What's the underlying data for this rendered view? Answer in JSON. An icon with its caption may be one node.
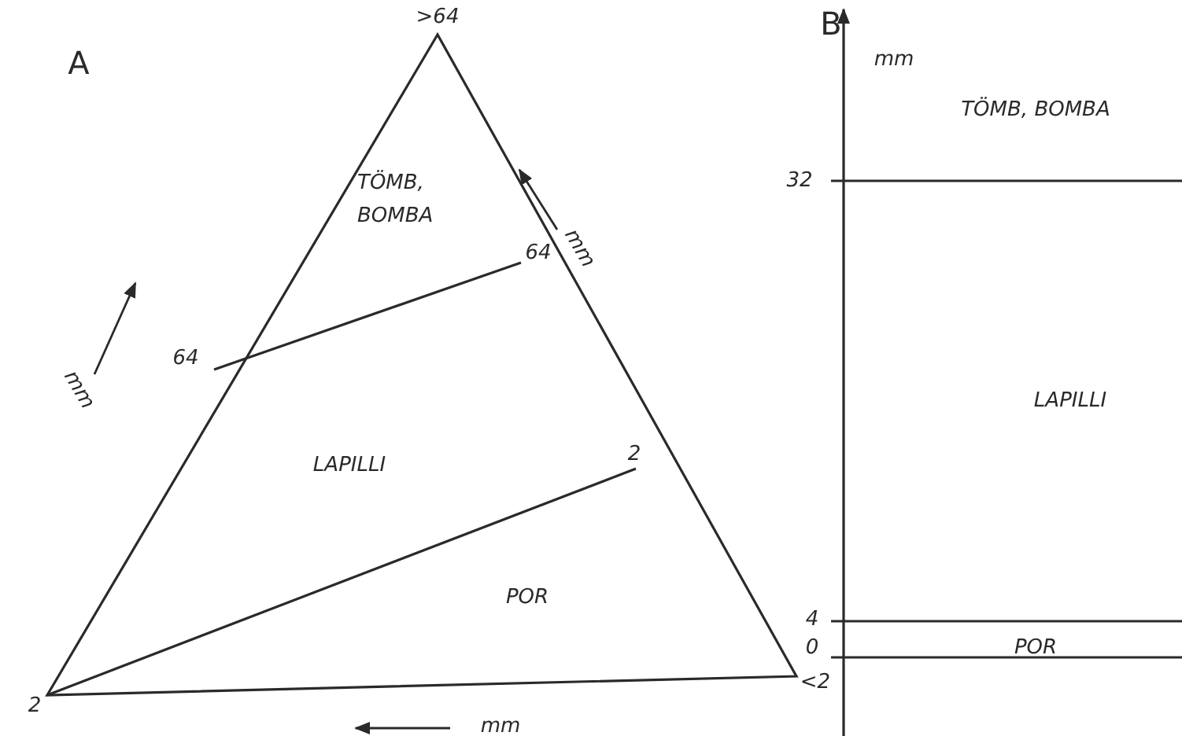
{
  "diagram": {
    "labels": [
      "A",
      ">64",
      "TÖMB, BOMBA",
      "64",
      "64",
      "mm",
      "mm",
      "LAPILLI",
      "2",
      "POR",
      "2",
      "<2",
      "mm",
      "B",
      "mm",
      "TÖMB, BOMBA",
      "32",
      "LAPILLI",
      "4",
      "0",
      "POR"
    ]
  }
}
